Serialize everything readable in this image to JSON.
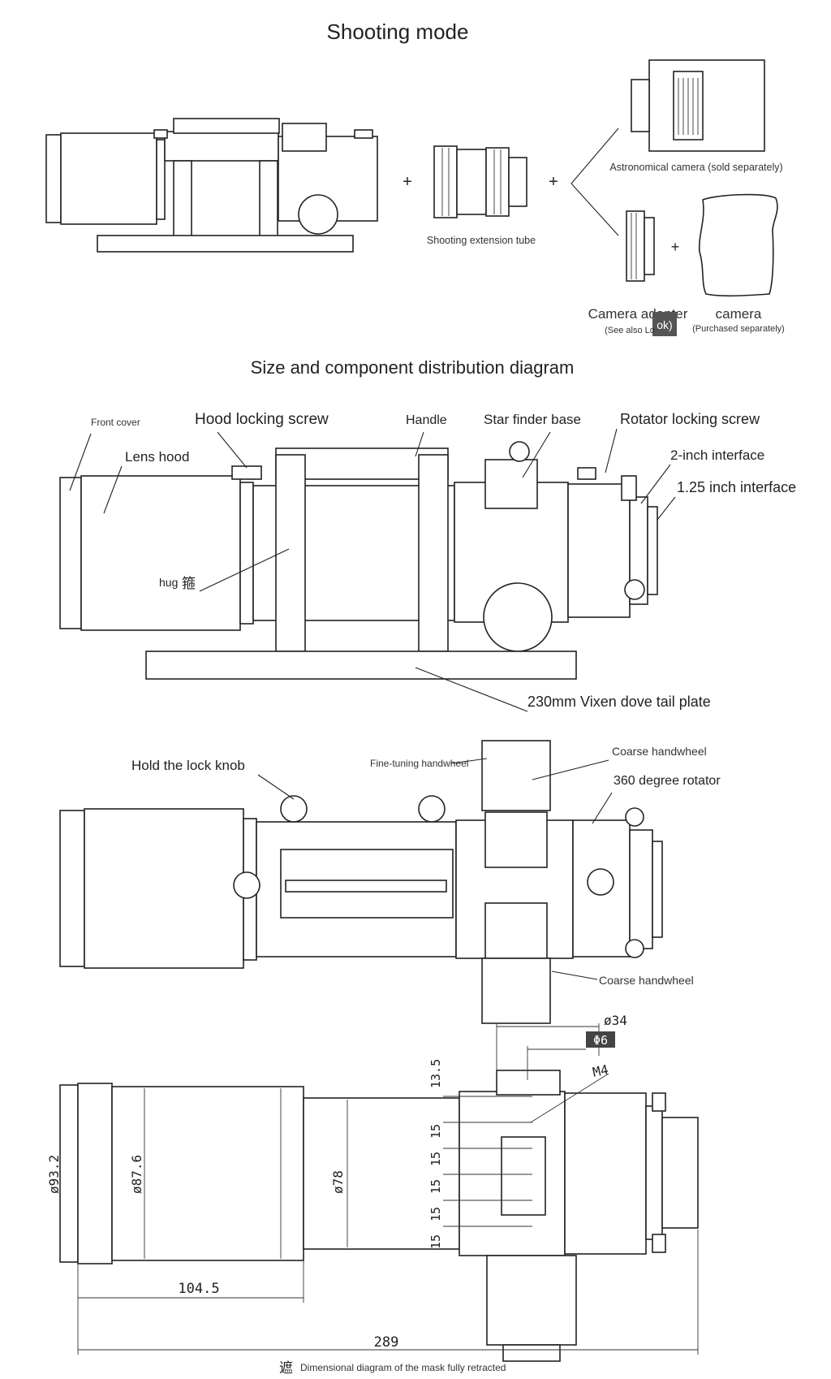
{
  "shooting": {
    "title": "Shooting mode",
    "plus1": "+",
    "plus2": "+",
    "plus3": "+",
    "ext_tube": "Shooting extension tube",
    "astro_camera": "Astronomical camera (sold separately)",
    "camera_adapter": "Camera adapter",
    "see_also": "(See also Lo",
    "book": "ok)",
    "camera": "camera",
    "camera_note": "(Purchased separately)"
  },
  "components": {
    "title": "Size and component distribution diagram",
    "front_cover": "Front cover",
    "hood_locking_screw": "Hood locking screw",
    "handle": "Handle",
    "star_finder_base": "Star finder base",
    "rotator_locking_screw": "Rotator locking screw",
    "lens_hood": "Lens hood",
    "two_inch": "2-inch interface",
    "one25_inch": "1.25 inch interface",
    "hug": "hug",
    "hug_cjk": "箍",
    "dovetail": "230mm Vixen dove tail plate"
  },
  "top_view": {
    "hold_lock_knob": "Hold the lock knob",
    "fine_tuning": "Fine-tuning handwheel",
    "coarse_top": "Coarse handwheel",
    "rotator360": "360 degree rotator",
    "coarse_bottom": "Coarse handwheel"
  },
  "dimensions": {
    "d34": "ø34",
    "phi6": "Φ6",
    "m4": "M4",
    "d13_5": "13.5",
    "d15_a": "15",
    "d15_b": "15",
    "d15_c": "15",
    "d15_d": "15",
    "d15_e": "15",
    "d93_2": "ø93.2",
    "d87_6": "ø87.6",
    "d78": "ø78",
    "len104_5": "104.5",
    "len289": "289",
    "caption_cjk": "遮",
    "caption": "Dimensional diagram of the mask fully retracted"
  }
}
